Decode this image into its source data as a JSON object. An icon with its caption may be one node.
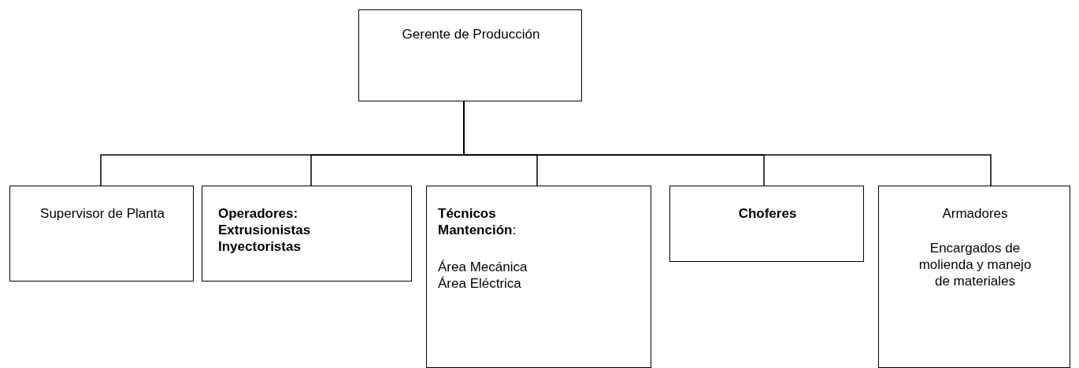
{
  "diagram": {
    "nodes": [
      {
        "text": [
          "Gerente de Producción"
        ]
      },
      {
        "text": [
          "Supervisor de Planta"
        ]
      },
      {
        "text": [
          "Operadores: Extrusionistas Inyectoristas"
        ]
      },
      {
        "text": [
          "**Técnicos Mantención**:",
          "Área Mecánica",
          "Área Eléctrica"
        ]
      },
      {
        "text": [
          "Choferes"
        ]
      },
      {
        "text": [
          "Armadores",
          "Encargados de molienda y manejo de materiales"
        ]
      }
    ],
    "edges": [
      {
        "from": 0,
        "to": 1,
        "arrow": "none"
      },
      {
        "from": 0,
        "to": 2,
        "arrow": "none"
      },
      {
        "from": 0,
        "to": 3,
        "arrow": "none"
      },
      {
        "from": 0,
        "to": 4,
        "arrow": "none"
      },
      {
        "from": 0,
        "to": 5,
        "arrow": "none"
      }
    ]
  }
}
